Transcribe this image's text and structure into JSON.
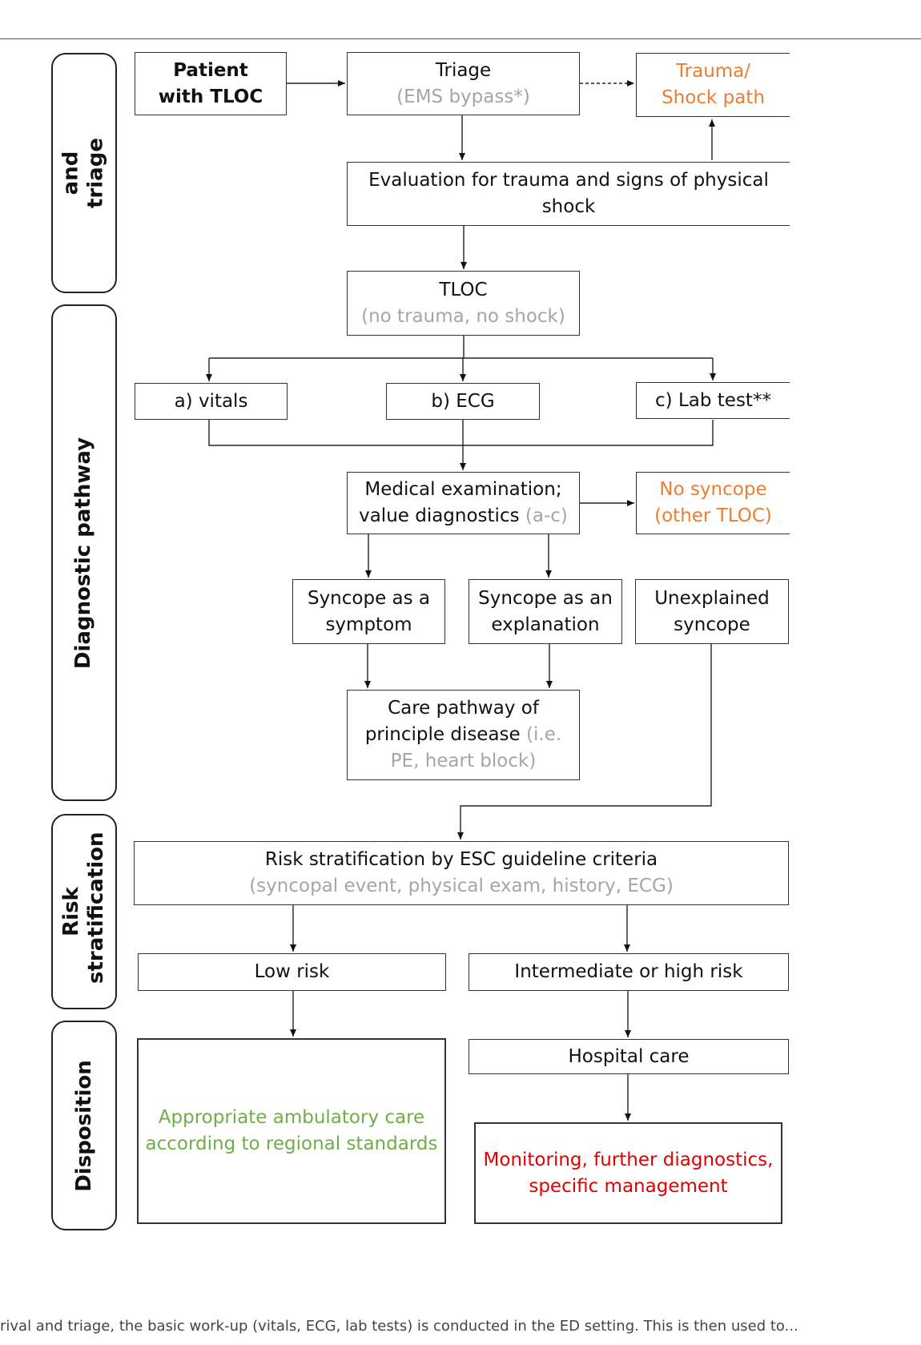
{
  "lanes": {
    "arrival": "Arrival and triage process",
    "diagnostic": "Diagnostic pathway",
    "risk": "Risk stratification",
    "disposition": "Disposition"
  },
  "nodes": {
    "patient": "Patient with TLOC",
    "triage_main": "Triage",
    "triage_sub": "(EMS bypass*)",
    "trauma_path": "Trauma/ Shock path",
    "evaluation": "Evaluation for trauma and signs of physical shock",
    "tloc_main": "TLOC",
    "tloc_sub": "(no trauma, no shock)",
    "vitals": "a) vitals",
    "ecg": "b) ECG",
    "lab": "c) Lab test**",
    "med_exam_main": "Medical examination; value diagnostics",
    "med_exam_sub": "(a-c)",
    "no_syncope": "No syncope (other TLOC)",
    "syncope_symptom": "Syncope as a symptom",
    "syncope_explanation": "Syncope as an explanation",
    "unexplained": "Unexplained syncope",
    "care_main": "Care pathway of principle disease",
    "care_sub": "(i.e. PE, heart block)",
    "risk_main": "Risk stratification by ESC guideline criteria",
    "risk_sub": "(syncopal event, physical exam, history, ECG)",
    "low_risk": "Low risk",
    "high_risk": "Intermediate or high risk",
    "ambulatory": "Appropriate ambulatory care according to regional standards",
    "hospital": "Hospital care",
    "monitoring": "Monitoring, further diagnostics, specific management"
  },
  "colors": {
    "grey": "#a5a5a5",
    "orange": "#ed7d31",
    "green": "#70ad47",
    "red": "#e00000"
  },
  "caption": "rival and triage, the basic work-up (vitals, ECG, lab tests) is conducted in the ED setting. This is then used to..."
}
